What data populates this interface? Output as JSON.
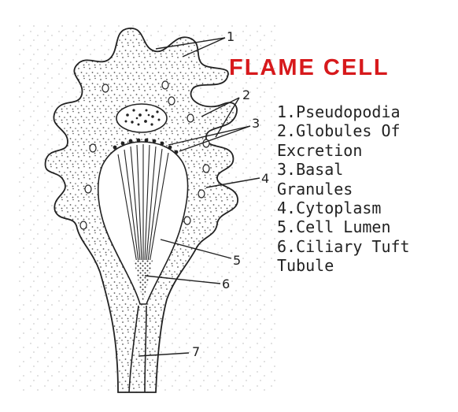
{
  "title": "FLAME CELL",
  "legend": [
    "1.Pseudopodia",
    "2.Globules Of",
    "Excretion",
    "3.Basal",
    "Granules",
    "4.Cytoplasm",
    "5.Cell Lumen",
    "6.Ciliary Tuft",
    "Tubule"
  ],
  "callouts": [
    "1",
    "2",
    "3",
    "4",
    "5",
    "6",
    "7"
  ],
  "colors": {
    "title": "#d7191c",
    "ink": "#222222",
    "background": "#ffffff"
  }
}
